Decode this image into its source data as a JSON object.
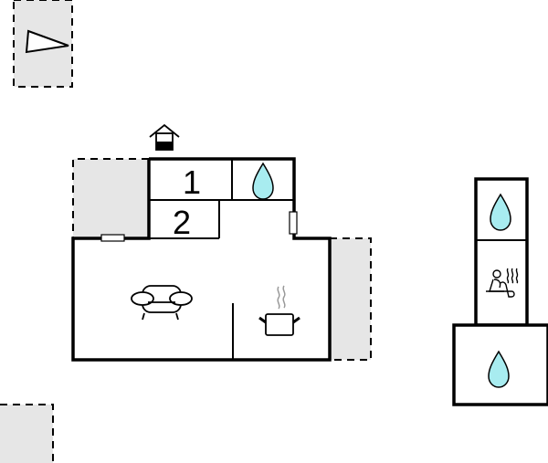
{
  "floorplan": {
    "background": "#ffffff",
    "wall_color": "#000000",
    "terrace_fill": "#e6e6e6",
    "water_fill": "#a8ecf0",
    "rooms": [
      {
        "id": "bedroom-1",
        "label": "1",
        "type": "bedroom"
      },
      {
        "id": "bedroom-2",
        "label": "2",
        "type": "bedroom"
      },
      {
        "id": "bathroom-main",
        "type": "bathroom",
        "icon": "water-drop-icon"
      },
      {
        "id": "living-room",
        "type": "living",
        "icon": "armchair-icon"
      },
      {
        "id": "kitchen",
        "type": "kitchen",
        "icon": "cooking-pot-icon"
      },
      {
        "id": "annex-bathroom-top",
        "type": "bathroom",
        "icon": "water-drop-icon"
      },
      {
        "id": "annex-sauna",
        "type": "sauna",
        "icon": "sauna-icon"
      },
      {
        "id": "annex-bathroom-bottom",
        "type": "bathroom",
        "icon": "water-drop-icon"
      }
    ],
    "terraces": [
      {
        "id": "terrace-north-west",
        "icon": "compass-north-icon"
      },
      {
        "id": "terrace-left"
      },
      {
        "id": "terrace-right"
      },
      {
        "id": "terrace-bottom-left"
      }
    ],
    "entrance": {
      "icon": "entrance-house-icon"
    }
  }
}
